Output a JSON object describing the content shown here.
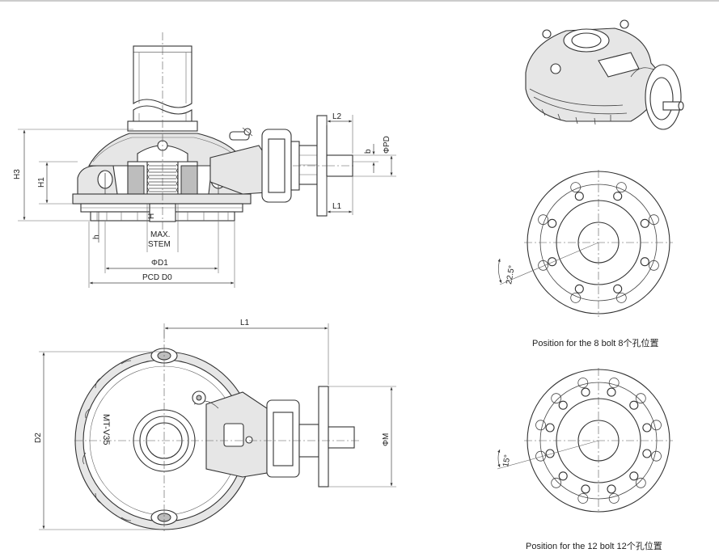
{
  "labels": {
    "h3": "H3",
    "h1": "H1",
    "h": "h",
    "h_small": "H",
    "max_stem": "MAX.",
    "stem": "STEM",
    "d1": "ΦD1",
    "pcd": "PCD D0",
    "l2": "L2",
    "l1_side": "L1",
    "b": "b",
    "pd": "ΦPD",
    "l1_top": "L1",
    "d2": "D2",
    "m": "ΦM",
    "model": "MT-V35",
    "angle8": "22.5°",
    "angle12": "15°"
  },
  "captions": {
    "bolt8": "Position for the 8 bolt  8个孔位置",
    "bolt12": "Position for the 12 bolt 12个孔位置"
  }
}
